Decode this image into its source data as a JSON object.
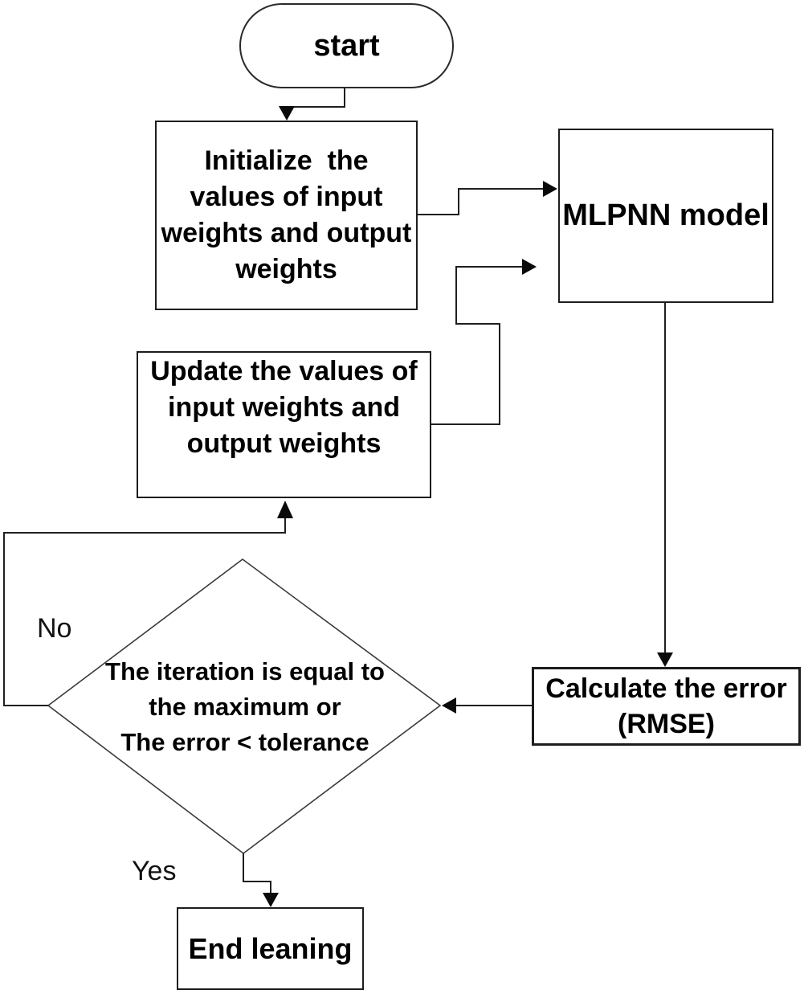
{
  "colors": {
    "background": "#ffffff",
    "line": "#1f1f1f",
    "text": "#000000"
  },
  "nodes": {
    "start": {
      "label": "start"
    },
    "initialize": {
      "lines": [
        "Initialize  the",
        "values of input",
        "weights and output",
        "weights"
      ]
    },
    "mlpnn": {
      "label": "MLPNN model"
    },
    "update": {
      "lines": [
        "Update the values of",
        "input weights and",
        "output weights"
      ]
    },
    "decision": {
      "lines": [
        "The iteration is equal to",
        "the maximum or",
        "The error < tolerance"
      ]
    },
    "calculate": {
      "lines": [
        "Calculate the error",
        "(RMSE)"
      ]
    },
    "end": {
      "label": "End leaning"
    }
  },
  "edge_labels": {
    "no": "No",
    "yes": "Yes"
  }
}
